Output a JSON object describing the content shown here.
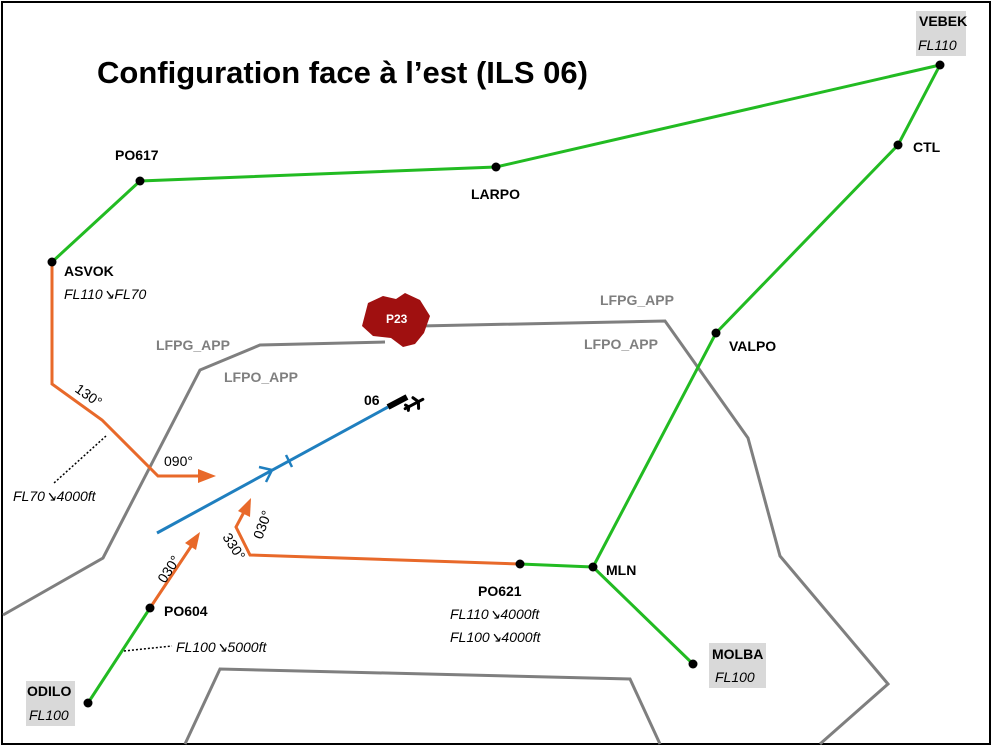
{
  "title": "Configuration face à l’est (ILS 06)",
  "colors": {
    "star_route": "#22bb22",
    "vector": "#e8692a",
    "ils": "#1f7fbf",
    "sector_border": "#7f7f7f",
    "restricted_area": "#a01010",
    "label_box": "#d9d9d9"
  },
  "fixes": {
    "vebek": "VEBEK",
    "ctl": "CTL",
    "larpo": "LARPO",
    "po617": "PO617",
    "asvok": "ASVOK",
    "valpo": "VALPO",
    "mln": "MLN",
    "po621": "PO621",
    "molba": "MOLBA",
    "po604": "PO604",
    "odilo": "ODILO"
  },
  "altitudes": {
    "vebek": "FL110",
    "asvok": "FL110↘FL70",
    "vector_130": "FL70↘4000ft",
    "po621_a": "FL110↘4000ft",
    "po621_b": "FL100↘4000ft",
    "molba": "FL100",
    "po604_leg": "FL100↘5000ft",
    "odilo": "FL100"
  },
  "headings": {
    "h130": "130°",
    "h090": "090°",
    "h030_left": "030°",
    "h330": "330°",
    "h030_right": "030°"
  },
  "sectors": {
    "lfpg_left": "LFPG_APP",
    "lfpo_left": "LFPO_APP",
    "lfpg_right": "LFPG_APP",
    "lfpo_right": "LFPO_APP"
  },
  "runway": "06",
  "restricted_area": "P23"
}
